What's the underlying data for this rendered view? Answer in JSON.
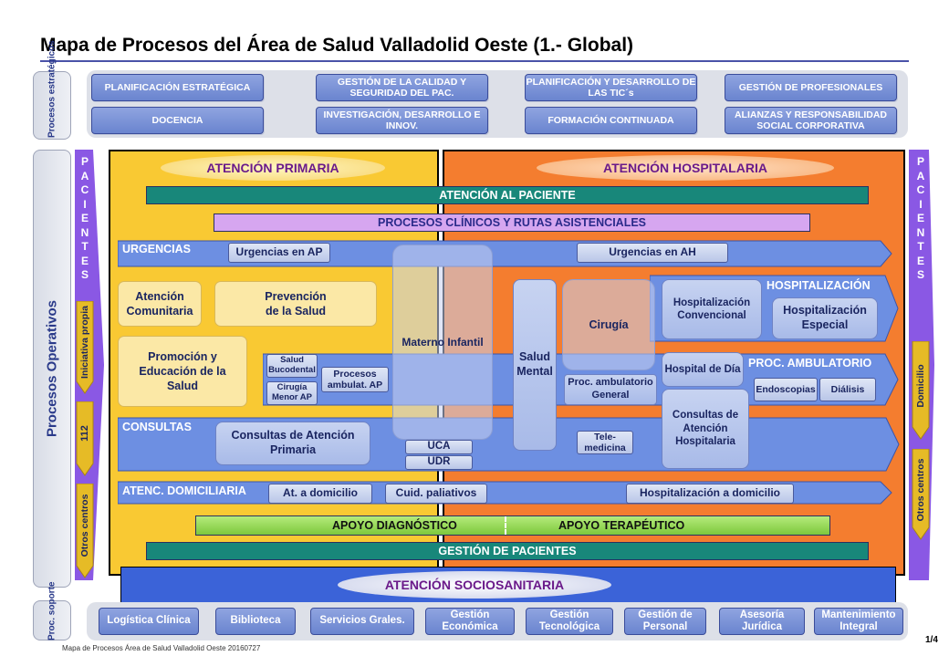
{
  "title": "Mapa de Procesos del Área de Salud Valladolid Oeste (1.- Global)",
  "footer": "Mapa de Procesos Área de Salud Valladolid Oeste 20160727",
  "page_number": "1/4",
  "strategic": {
    "label": "Procesos estratégicos",
    "items": [
      "PLANIFICACIÓN ESTRATÉGICA",
      "GESTIÓN DE LA CALIDAD Y SEGURIDAD DEL PAC.",
      "PLANIFICACIÓN Y DESARROLLO DE LAS TIC´s",
      "GESTIÓN DE PROFESIONALES",
      "DOCENCIA",
      "INVESTIGACIÓN, DESARROLLO E INNOV.",
      "FORMACIÓN CONTINUADA",
      "ALIANZAS Y RESPONSABILIDAD SOCIAL CORPORATIVA"
    ]
  },
  "operative": {
    "label": "Procesos Operativos",
    "pacientes_letters": [
      "P",
      "A",
      "C",
      "I",
      "E",
      "N",
      "T",
      "E",
      "S"
    ],
    "left_inputs": [
      "Iniciativa propia",
      "112",
      "Otros centros"
    ],
    "right_outputs": [
      "Domicilio",
      "Otros centros"
    ],
    "primary_title": "ATENCIÓN PRIMARIA",
    "hospital_title": "ATENCIÓN HOSPITALARIA",
    "atencion_paciente": "ATENCIÓN AL PACIENTE",
    "procesos_clinicos": "PROCESOS CLÍNICOS Y RUTAS ASISTENCIALES",
    "urgencias": {
      "label": "URGENCIAS",
      "ap": "Urgencias en AP",
      "ah": "Urgencias en AH"
    },
    "hospitalizacion": {
      "label": "HOSPITALIZACIÓN",
      "convencional": "Hospitalización Convencional",
      "especial": "Hospitalización Especial"
    },
    "proc_ambulatorio": {
      "label": "PROC. AMBULATORIO",
      "hospital_dia": "Hospital de Día",
      "endoscopias": "Endoscopias",
      "dialisis": "Diálisis",
      "general": "Proc. ambulatorio General"
    },
    "consultas": {
      "label": "CONSULTAS",
      "ap": "Consultas de Atención Primaria",
      "hosp": "Consultas de Atención Hospitalaria",
      "telemedicina": "Tele- medicina"
    },
    "domiciliaria": {
      "label": "ATENC. DOMICILIARIA",
      "at_domicilio": "At. a domicilio",
      "paliativos": "Cuid. paliativos",
      "hosp_domicilio": "Hospitalización a domicilio"
    },
    "atencion_comunitaria": "Atención Comunitaria",
    "prevencion": "Prevención de la Salud",
    "promocion": "Promoción y Educación de la Salud",
    "salud_bucodental": "Salud Bucodental",
    "cirugia_menor": "Cirugía Menor AP",
    "procesos_ambulat_ap": "Procesos ambulat. AP",
    "materno_infantil": "Materno Infantil",
    "uca": "UCA",
    "udr": "UDR",
    "salud_mental": "Salud Mental",
    "cirugia": "Cirugía",
    "apoyo_diagnostico": "APOYO DIAGNÓSTICO",
    "apoyo_terapeutico": "APOYO TERAPÉUTICO",
    "gestion_pacientes": "GESTIÓN DE PACIENTES",
    "sociosanitaria": "ATENCIÓN SOCIOSANITARIA"
  },
  "support": {
    "label": "Proc. soporte",
    "items": [
      "Logística Clínica",
      "Biblioteca",
      "Servicios Grales.",
      "Gestión Económica",
      "Gestión Tecnológica",
      "Gestión de Personal",
      "Asesoría Jurídica",
      "Mantenimiento Integral"
    ]
  },
  "colors": {
    "primary_bg": "#f9c933",
    "hospital_bg": "#f47d2f",
    "teal_bar": "#18877a",
    "lilac_bar": "#d6a6f0",
    "green_bar": "#8ed24a",
    "socio_bar": "#3b63d8",
    "purple": "#8a58e4",
    "arrow_blue": "#6d8fe2"
  }
}
